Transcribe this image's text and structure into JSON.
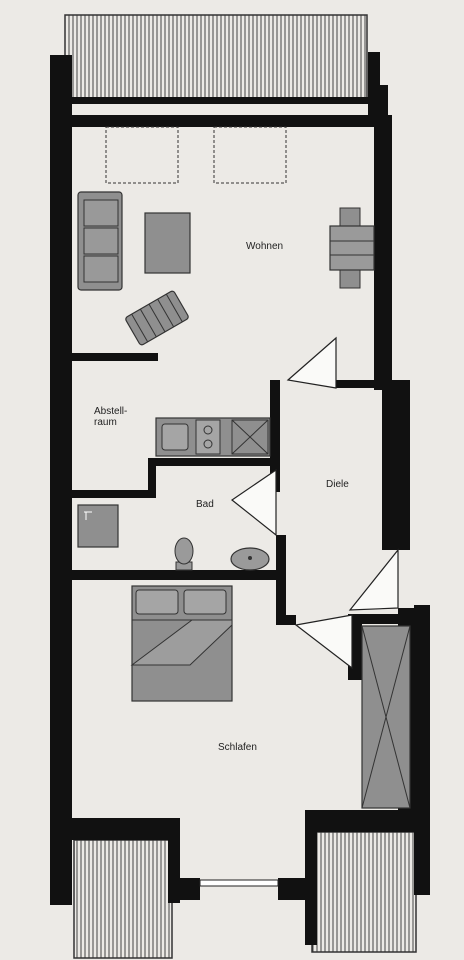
{
  "floor_plan": {
    "rooms": {
      "wohnen": "Wohnen",
      "abstellraum_line1": "Abstell-",
      "abstellraum_line2": "raum",
      "bad": "Bad",
      "diele": "Diele",
      "schlafen": "Schlafen"
    },
    "colors": {
      "paper": "#eceae6",
      "wall": "#111111",
      "furniture_fill": "#8f8f8f",
      "furniture_line": "#333333"
    }
  }
}
